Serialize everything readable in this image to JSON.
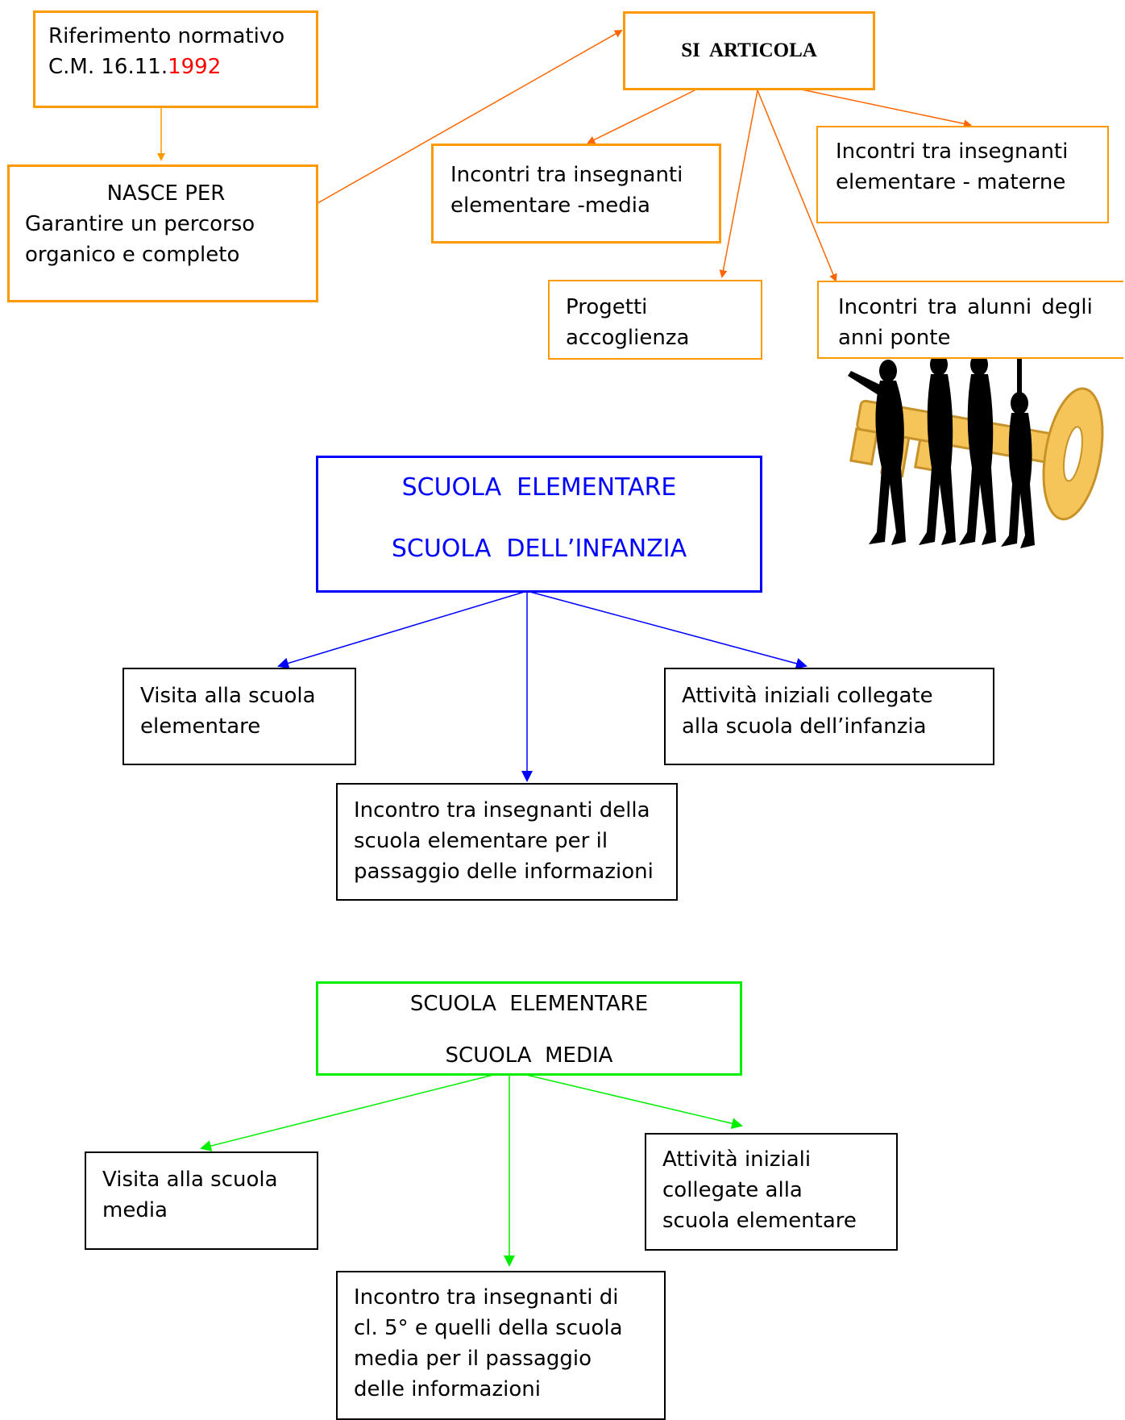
{
  "colors": {
    "orange": "#ff9900",
    "orange_arrow": "#ff6600",
    "blue": "#0000ff",
    "green": "#00ee00",
    "red_year": "#ff0000",
    "key_gold": "#f5c55a"
  },
  "riferimento": {
    "line1": "Riferimento normativo",
    "line2_prefix": "C.M. 16.11.",
    "line2_year": "1992"
  },
  "nasce": {
    "title": "NASCE PER",
    "line1": "Garantire un percorso",
    "line2": "organico e completo"
  },
  "si_articola": {
    "label": "SI  ARTICOLA"
  },
  "incontri_media": {
    "line1": "Incontri tra insegnanti",
    "line2": "elementare -media"
  },
  "incontri_materne": {
    "line1": "Incontri tra insegnanti",
    "line2": "elementare - materne"
  },
  "progetti": {
    "line1": "Progetti",
    "line2": "accoglienza"
  },
  "alunni": {
    "line1": "Incontri tra alunni degli",
    "line2": "anni ponte"
  },
  "clipart": {
    "icon": "people-carrying-key-icon"
  },
  "infanzia_section": {
    "header_line1": "SCUOLA  ELEMENTARE",
    "header_line2": "SCUOLA  DELL’INFANZIA",
    "visita": {
      "line1": "Visita alla scuola",
      "line2": "elementare"
    },
    "attivita": {
      "line1": "Attività iniziali collegate",
      "line2": "alla scuola dell’infanzia"
    },
    "incontro": {
      "line1": "Incontro tra insegnanti della",
      "line2": "scuola elementare per il",
      "line3": "passaggio delle informazioni"
    }
  },
  "media_section": {
    "header_line1": "SCUOLA  ELEMENTARE",
    "header_line2": "SCUOLA  MEDIA",
    "visita": {
      "line1": "Visita alla scuola",
      "line2": "media"
    },
    "attivita": {
      "line1": "Attività iniziali",
      "line2": "collegate alla",
      "line3": "scuola elementare"
    },
    "incontro": {
      "line1": "Incontro tra insegnanti di",
      "line2": "cl. 5° e quelli della scuola",
      "line3": "media per il passaggio",
      "line4": "delle informazioni"
    }
  }
}
